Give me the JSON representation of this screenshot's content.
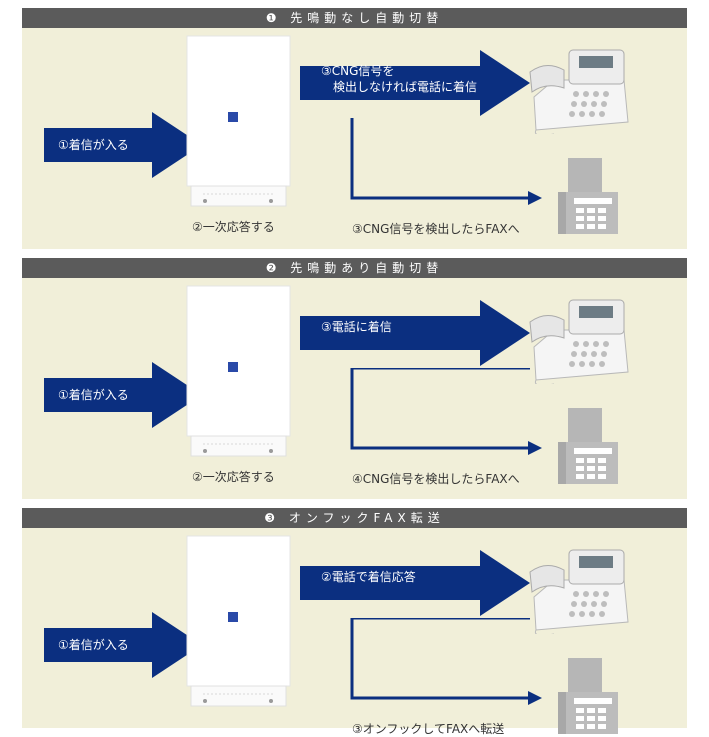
{
  "sections": [
    {
      "header": "❶ 先鳴動なし自動切替",
      "incoming": "①着信が入る",
      "device_label": "②一次応答する",
      "top_arrow_line1": "③CNG信号を",
      "top_arrow_line2": "　検出しなければ電話に着信",
      "fax_label": "③CNG信号を検出したらFAXへ"
    },
    {
      "header": "❷ 先鳴動あり自動切替",
      "incoming": "①着信が入る",
      "device_label": "②一次応答する",
      "top_arrow_line1": "③電話に着信",
      "top_arrow_line2": "",
      "fax_label": "④CNG信号を検出したらFAXへ"
    },
    {
      "header": "❸ オンフックFAX転送",
      "incoming": "①着信が入る",
      "device_label": "",
      "top_arrow_line1": "②電話で着信応答",
      "top_arrow_line2": "",
      "fax_label": "③オンフックしてFAXへ転送"
    }
  ],
  "colors": {
    "arrow": "#0b2f80",
    "header_bg": "#5b5b5b",
    "panel_bg": "#f1efd9"
  }
}
